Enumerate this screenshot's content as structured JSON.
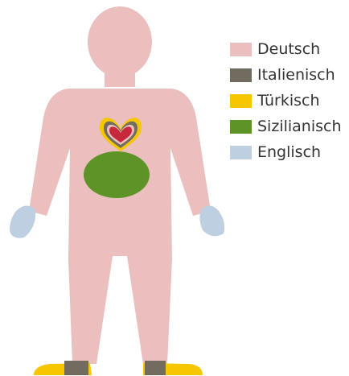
{
  "legend": {
    "items": [
      {
        "label": "Deutsch",
        "color": "#eabfbd"
      },
      {
        "label": "Italienisch",
        "color": "#716c5f"
      },
      {
        "label": "Türkisch",
        "color": "#f6c600"
      },
      {
        "label": "Sizilianisch",
        "color": "#5e9427"
      },
      {
        "label": "Englisch",
        "color": "#bfcfe2"
      }
    ]
  }
}
